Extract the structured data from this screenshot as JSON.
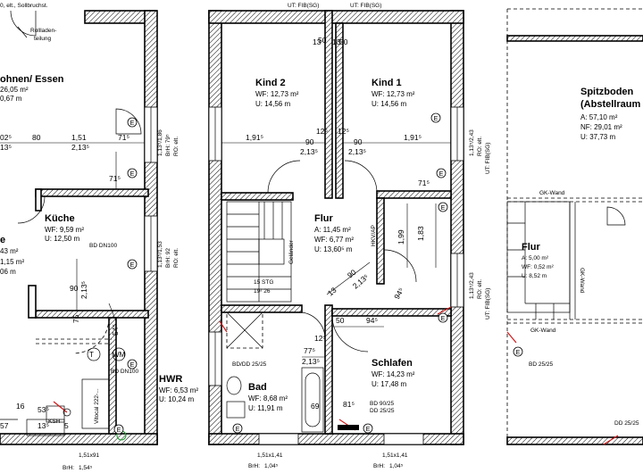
{
  "top_labels": {
    "left_top": "0,  elt.,  Sollbruchst.",
    "mid_top_left": "UT:  FIB(SG)",
    "mid_top_right": "UT:  FIB(SG)"
  },
  "left_unit": {
    "rollladen": "Rollladen-",
    "rollladen2": "teilung",
    "wohnen_title": "ohnen/ Essen",
    "wohnen_area": "26,05 m²",
    "wohnen_u": "0,67 m",
    "kueche_title": "Küche",
    "kueche_wf": "WF: 9,59 m²",
    "kueche_u": "U: 12,50 m",
    "bd_dn100_a": "BD DN100",
    "e_label": "e",
    "left_area_a": "43 m²",
    "left_area_b": "1,15 m²",
    "left_area_c": "06 m",
    "bd_dn100_b": "BD DN100",
    "hwr_title": "HWR",
    "hwr_wf": "WF: 6,53 m²",
    "hwr_u": "U: 10,24 m",
    "tank": "T",
    "wm": "WM",
    "vitocal": "Vitocal 222-...",
    "ksh": "KSH",
    "dims": {
      "d025": "02⁵",
      "d80": "80",
      "d151": "1,51",
      "d715": "71⁵",
      "d2135a": "2,13⁵",
      "d135": "13⁵",
      "d715b": "71⁵",
      "d90": "90",
      "d2135b": "2,13⁵",
      "d75": "75",
      "d545": "54⁵",
      "d16": "16",
      "d53": "53⁵",
      "d57": "57",
      "d135b": "13⁵",
      "d5": "5",
      "d151x91": "1,51x91",
      "d154": "1,54⁵",
      "brh_left": "BrH:"
    },
    "vert_labels": {
      "v1": "1,13⁵/1,86",
      "v2": "BrH: 79⁵",
      "v3": "RO:  elt.",
      "v4": "1,13⁵/1,53",
      "v5": "BrH:  92",
      "v6": "RO:  elt."
    }
  },
  "mid_unit": {
    "kind2_title": "Kind 2",
    "kind2_wf": "WF: 12,73 m²",
    "kind2_u": "U: 14,56 m",
    "kind1_title": "Kind 1",
    "kind1_wf": "WF: 12,73 m²",
    "kind1_u": "U: 14,56 m",
    "flur_title": "Flur",
    "flur_a": "A: 11,45 m²",
    "flur_wf": "WF: 6,77 m²",
    "flur_u": "U: 13,60⁵ m",
    "gelaender": "Geländer",
    "hkv_ap": "HKV/AP",
    "stg": "15 STG",
    "stg2": "19²  26",
    "schlafen_title": "Schlafen",
    "schlafen_wf": "WF: 14,23 m²",
    "schlafen_u": "U: 17,48 m",
    "bad_title": "Bad",
    "bad_wf": "WF: 8,68 m²",
    "bad_u": "U: 11,91 m",
    "bd_dd_25": "BD/DD 25/25",
    "bd_90_25": "BD 90/25",
    "dd_25_25": "DD 25/25",
    "dims": {
      "d13a": "13",
      "d50a": "50",
      "d13b": "13",
      "d50b": "50",
      "d1915a": "1,91⁵",
      "d90a": "90",
      "d125a": "12⁵",
      "d125b": "12⁵",
      "d90b": "90",
      "d1915b": "1,91⁵",
      "d2135a": "2,13⁵",
      "d2135b": "2,13⁵",
      "d715": "71⁵",
      "d199": "1,99",
      "d183": "1,83",
      "d90c": "90",
      "d2135c": "2,13⁵",
      "d13c": "13",
      "d945a": "94⁵",
      "d50c": "50",
      "d945b": "94⁵",
      "d125c": "12⁵",
      "d775": "77⁵",
      "d2135d": "2,13⁵",
      "d69": "69",
      "d815": "81⁵",
      "d151x141a": "1,51x1,41",
      "brh_a": "BrH:",
      "d1045a": "1,04⁵",
      "d151x141b": "1,51x1,41",
      "brh_b": "BrH:",
      "d1045b": "1,04⁵"
    },
    "vert_labels": {
      "v1": "1,13⁵/2,43",
      "v2": "RO:  elt.",
      "v3": "UT:  FIB(SG)",
      "v4": "1,13⁵/2,43",
      "v5": "RO:  elt.",
      "v6": "UT:  FIB(SG)"
    }
  },
  "right_unit": {
    "title": "Spitzboden",
    "title2": "(Abstellraum",
    "a": "A: 57,10 m²",
    "nf": "NF: 29,01 m²",
    "u": "U: 37,73 m",
    "gk_wand_top": "GK-Wand",
    "gk_wand_bottom": "GK-Wand",
    "flur_title": "Flur",
    "flur_a": "A: 5,00 m²",
    "flur_wf": "WF: 0,52 m²",
    "flur_u": "U: 8,52 m",
    "bd_25": "BD 25/25",
    "dd_25": "DD 25/25",
    "side_label": "GK-Wand"
  },
  "e_symbol": "E"
}
